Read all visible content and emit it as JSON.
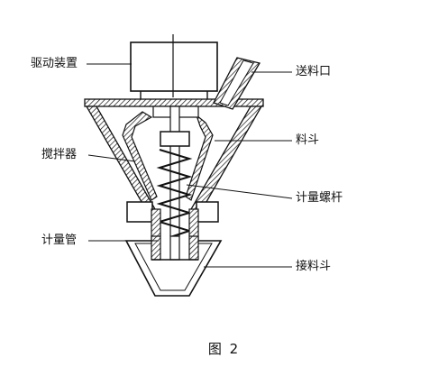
{
  "labels": {
    "drive_unit": "驱动装置",
    "feed_inlet": "送料口",
    "hopper": "料斗",
    "agitator": "搅拌器",
    "metering_screw": "计量螺杆",
    "metering_tube": "计量管",
    "receiving_hopper": "接料斗"
  },
  "caption": "图 2",
  "colors": {
    "line": "#111111",
    "background": "#ffffff"
  }
}
